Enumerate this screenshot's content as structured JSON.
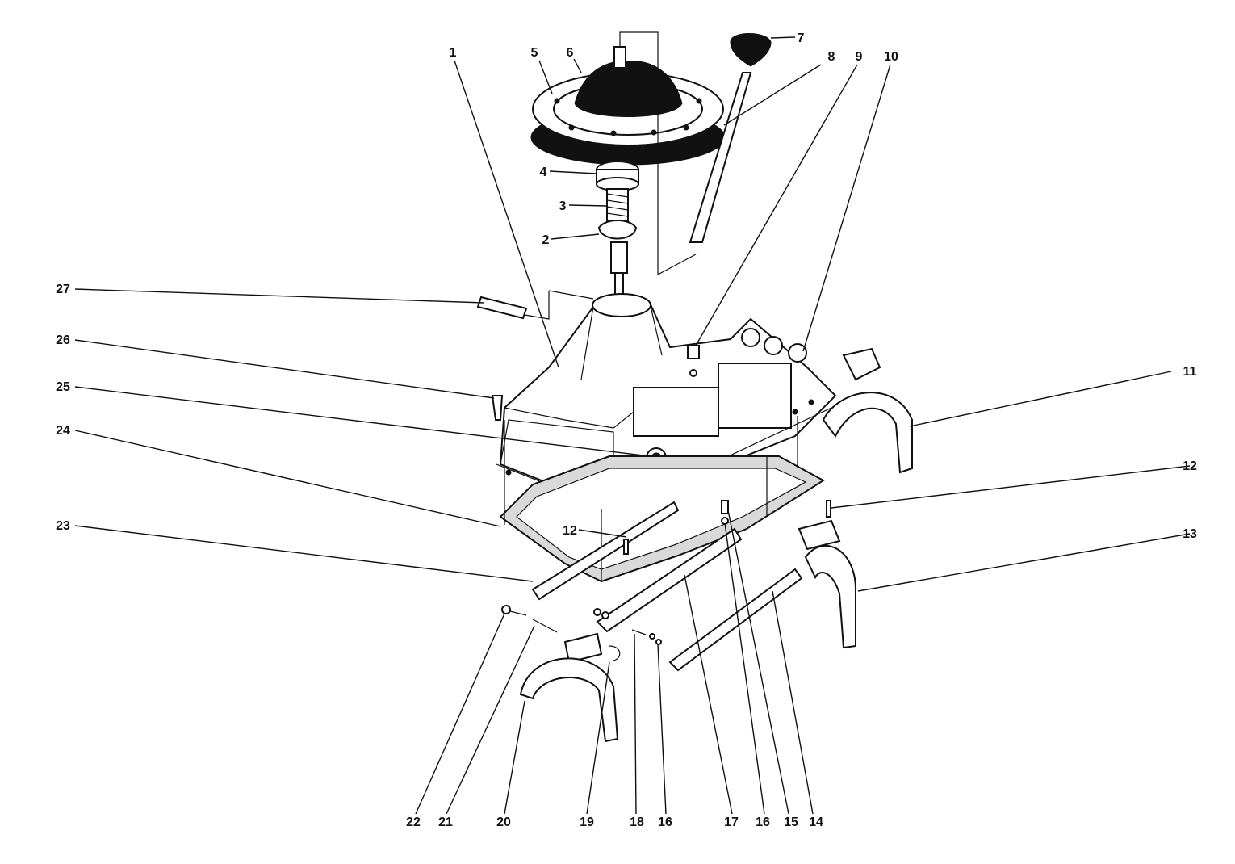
{
  "diagram": {
    "callouts": [
      {
        "id": "1",
        "label": "1"
      },
      {
        "id": "2",
        "label": "2"
      },
      {
        "id": "3",
        "label": "3"
      },
      {
        "id": "4",
        "label": "4"
      },
      {
        "id": "5",
        "label": "5"
      },
      {
        "id": "6",
        "label": "6"
      },
      {
        "id": "7",
        "label": "7"
      },
      {
        "id": "8",
        "label": "8"
      },
      {
        "id": "9",
        "label": "9"
      },
      {
        "id": "10",
        "label": "10"
      },
      {
        "id": "11",
        "label": "11"
      },
      {
        "id": "12a",
        "label": "12"
      },
      {
        "id": "12b",
        "label": "12"
      },
      {
        "id": "13",
        "label": "13"
      },
      {
        "id": "14",
        "label": "14"
      },
      {
        "id": "15",
        "label": "15"
      },
      {
        "id": "16a",
        "label": "16"
      },
      {
        "id": "16b",
        "label": "16"
      },
      {
        "id": "17",
        "label": "17"
      },
      {
        "id": "18",
        "label": "18"
      },
      {
        "id": "19",
        "label": "19"
      },
      {
        "id": "20",
        "label": "20"
      },
      {
        "id": "21",
        "label": "21"
      },
      {
        "id": "22",
        "label": "22"
      },
      {
        "id": "23",
        "label": "23"
      },
      {
        "id": "24",
        "label": "24"
      },
      {
        "id": "25",
        "label": "25"
      },
      {
        "id": "26",
        "label": "26"
      },
      {
        "id": "27",
        "label": "27"
      }
    ]
  }
}
